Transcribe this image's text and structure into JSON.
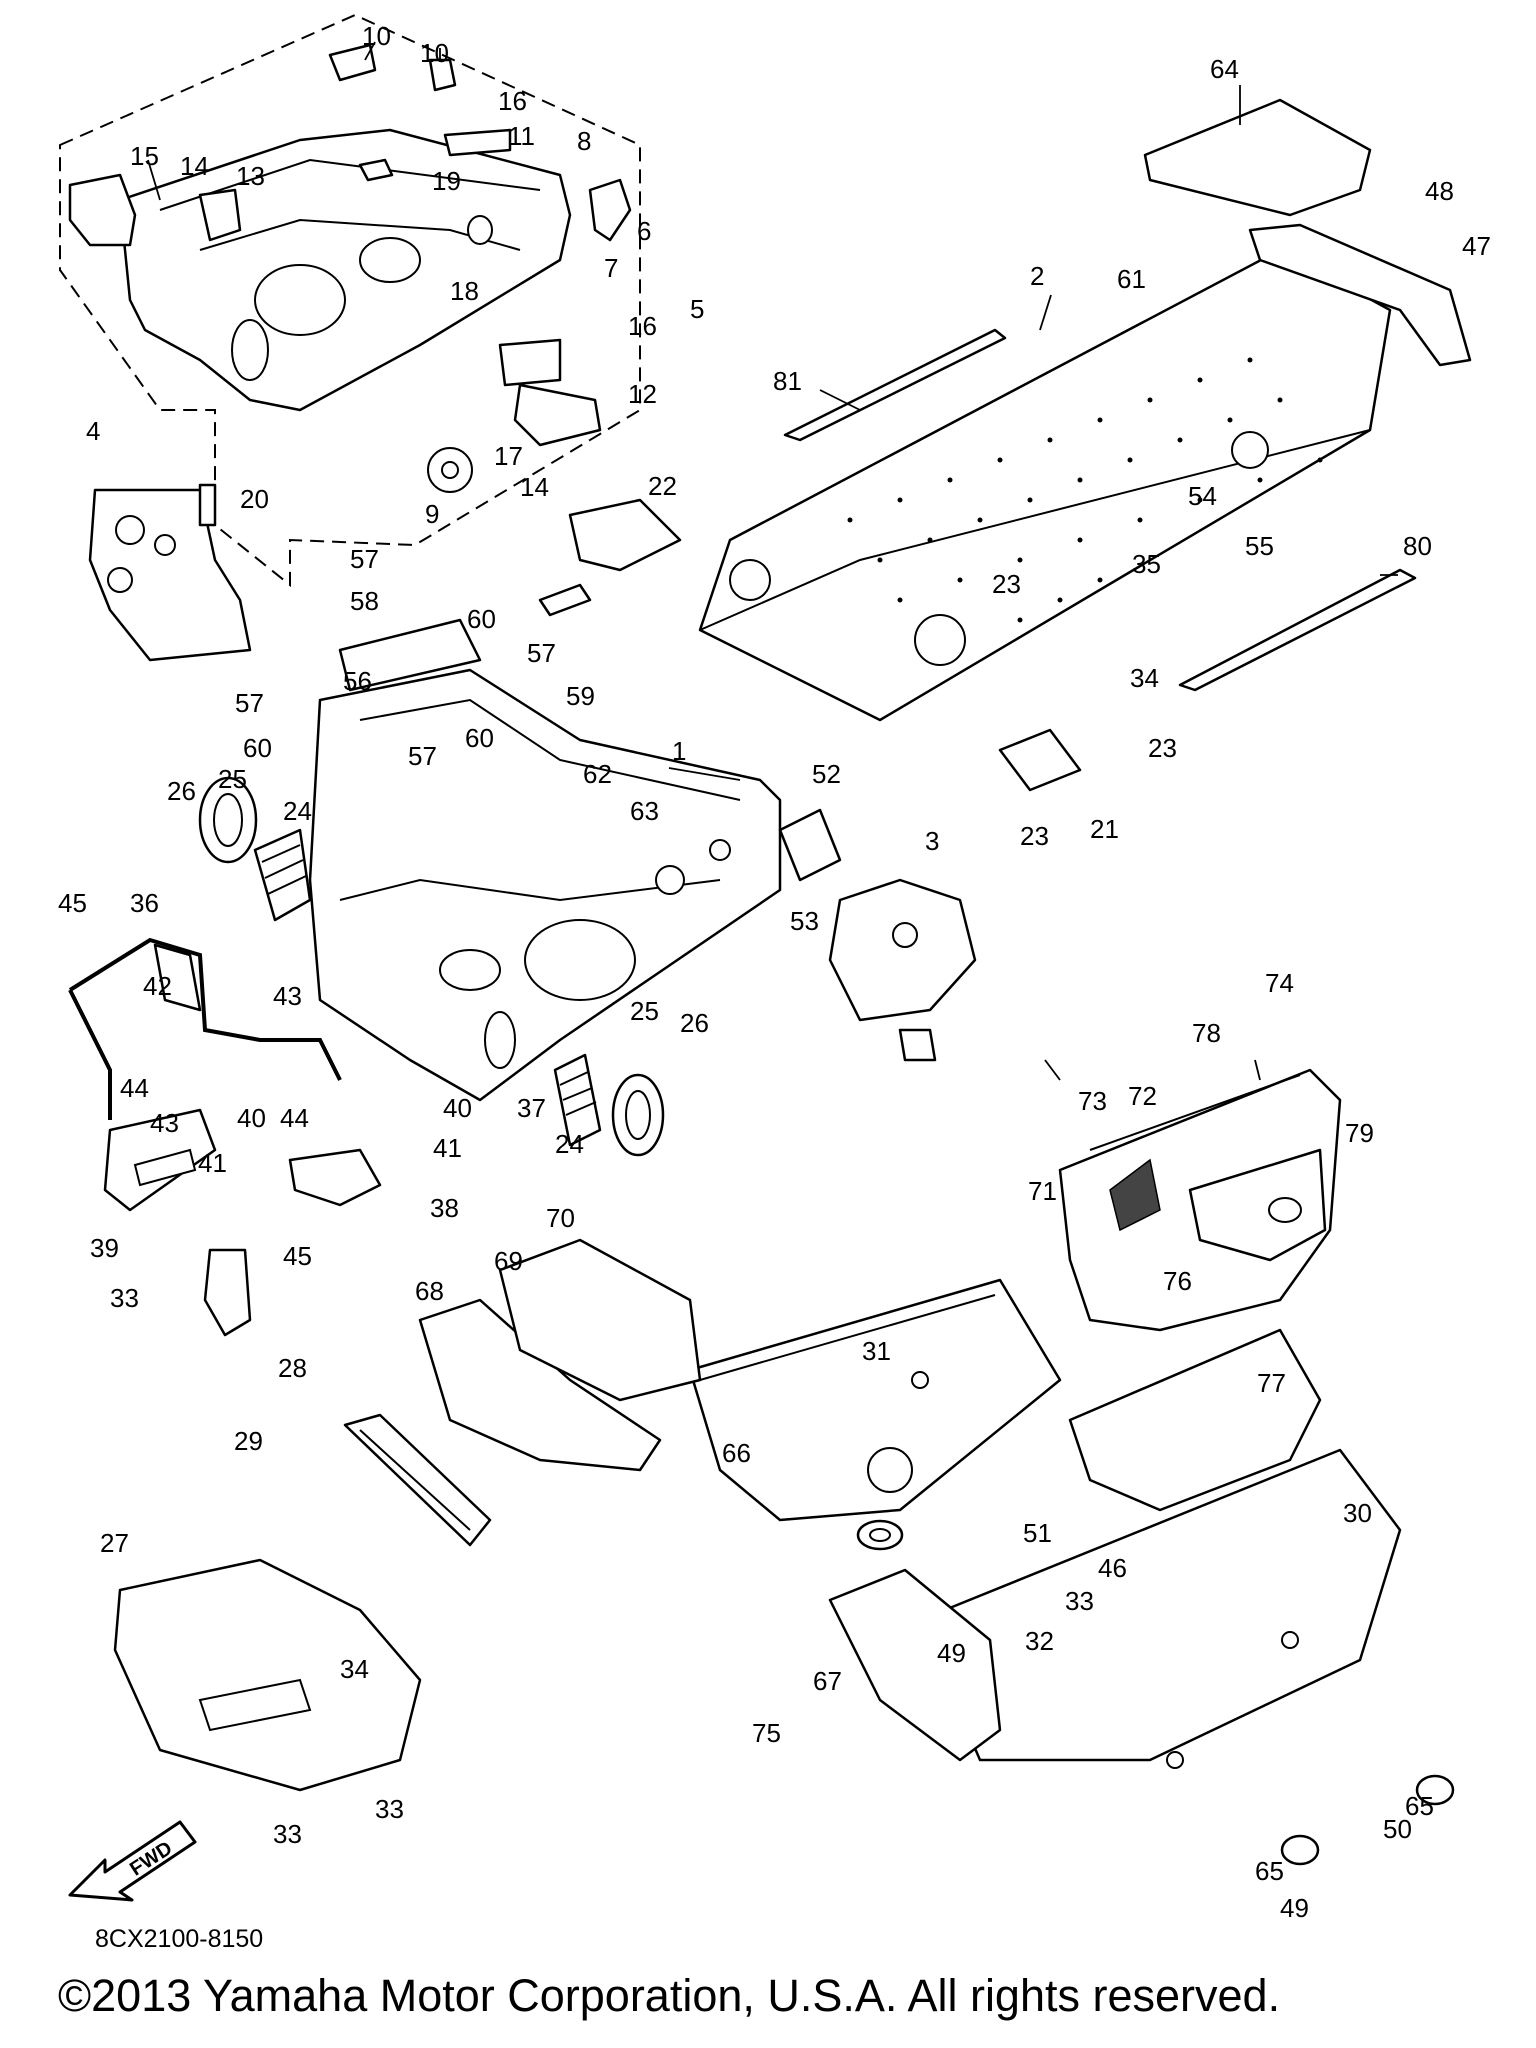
{
  "diagram_code": "8CX2100-8150",
  "copyright": "©2013 Yamaha Motor Corporation, U.S.A. All rights reserved.",
  "fwd_label": "FWD",
  "callouts": {
    "c1": "1",
    "c2": "2",
    "c3": "3",
    "c4": "4",
    "c5": "5",
    "c6": "6",
    "c7": "7",
    "c8": "8",
    "c9": "9",
    "c10a": "10",
    "c10b": "10",
    "c11": "11",
    "c12": "12",
    "c13": "13",
    "c14a": "14",
    "c14b": "14",
    "c15": "15",
    "c16a": "16",
    "c16b": "16",
    "c17": "17",
    "c18": "18",
    "c19": "19",
    "c20": "20",
    "c21": "21",
    "c22": "22",
    "c23a": "23",
    "c23b": "23",
    "c23c": "23",
    "c24a": "24",
    "c24b": "24",
    "c25a": "25",
    "c25b": "25",
    "c26a": "26",
    "c26b": "26",
    "c27": "27",
    "c28": "28",
    "c29": "29",
    "c30": "30",
    "c31": "31",
    "c32": "32",
    "c33a": "33",
    "c33b": "33",
    "c33c": "33",
    "c33d": "33",
    "c34a": "34",
    "c34b": "34",
    "c35": "35",
    "c36": "36",
    "c37": "37",
    "c38": "38",
    "c39": "39",
    "c40a": "40",
    "c40b": "40",
    "c41a": "41",
    "c41b": "41",
    "c42": "42",
    "c43a": "43",
    "c43b": "43",
    "c44a": "44",
    "c44b": "44",
    "c45a": "45",
    "c45b": "45",
    "c46": "46",
    "c47": "47",
    "c48": "48",
    "c49a": "49",
    "c49b": "49",
    "c50": "50",
    "c51": "51",
    "c52": "52",
    "c53": "53",
    "c54": "54",
    "c55": "55",
    "c56": "56",
    "c57a": "57",
    "c57b": "57",
    "c57c": "57",
    "c57d": "57",
    "c58": "58",
    "c59": "59",
    "c60a": "60",
    "c60b": "60",
    "c60c": "60",
    "c61": "61",
    "c62": "62",
    "c63": "63",
    "c64": "64",
    "c65a": "65",
    "c65b": "65",
    "c66": "66",
    "c67": "67",
    "c68": "68",
    "c69": "69",
    "c70": "70",
    "c71": "71",
    "c72": "72",
    "c73": "73",
    "c74": "74",
    "c75": "75",
    "c76": "76",
    "c77": "77",
    "c78": "78",
    "c79": "79",
    "c80": "80",
    "c81": "81"
  }
}
